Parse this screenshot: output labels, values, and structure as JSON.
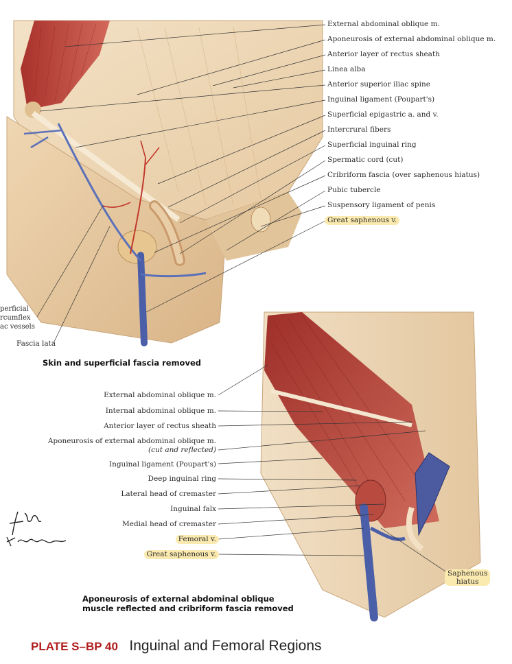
{
  "top_panel": {
    "labels": [
      "External abdominal oblique m.",
      "Aponeurosis of external abdominal oblique m.",
      "Anterior layer of rectus sheath",
      "Linea alba",
      "Anterior superior iliac spine",
      "Inguinal ligament (Poupart's)",
      "Superficial epigastric a. and v.",
      "Intercrural fibers",
      "Superficial inguinal ring",
      "Spermatic cord (cut)",
      "Cribriform fascia (over saphenous hiatus)",
      "Pubic tubercle",
      "Suspensory ligament of penis",
      "Great saphenous v."
    ],
    "left_labels": {
      "circumflex_line1": "perficial",
      "circumflex_line2": "rcumflex",
      "circumflex_line3": "ac vessels",
      "fascia_lata": "Fascia lata"
    },
    "caption": "Skin and superficial fascia removed"
  },
  "bottom_panel": {
    "labels": [
      "External abdominal oblique m.",
      "Internal abdominal oblique m.",
      "Anterior layer of rectus sheath",
      "Aponeurosis of external abdominal oblique m.",
      "(cut and reflected)",
      "Inguinal ligament (Poupart's)",
      "Deep inguinal ring",
      "Lateral head of cremaster",
      "Inguinal falx",
      "Medial head of cremaster",
      "Femoral v.",
      "Great saphenous v."
    ],
    "hiatus_label_line1": "Saphenous",
    "hiatus_label_line2": "hiatus",
    "caption_line1": "Aponeurosis of external abdominal oblique",
    "caption_line2": "muscle reflected and cribriform fascia removed"
  },
  "footer": {
    "plate_id": "PLATE S–BP 40",
    "title": "Inguinal and Femoral Regions"
  },
  "colors": {
    "muscle": "#b8413a",
    "aponeurosis": "#efdcc0",
    "vein": "#4a5fa8",
    "artery": "#c0392b",
    "highlight": "#fbeab0",
    "plate_red": "#b11d1d"
  }
}
